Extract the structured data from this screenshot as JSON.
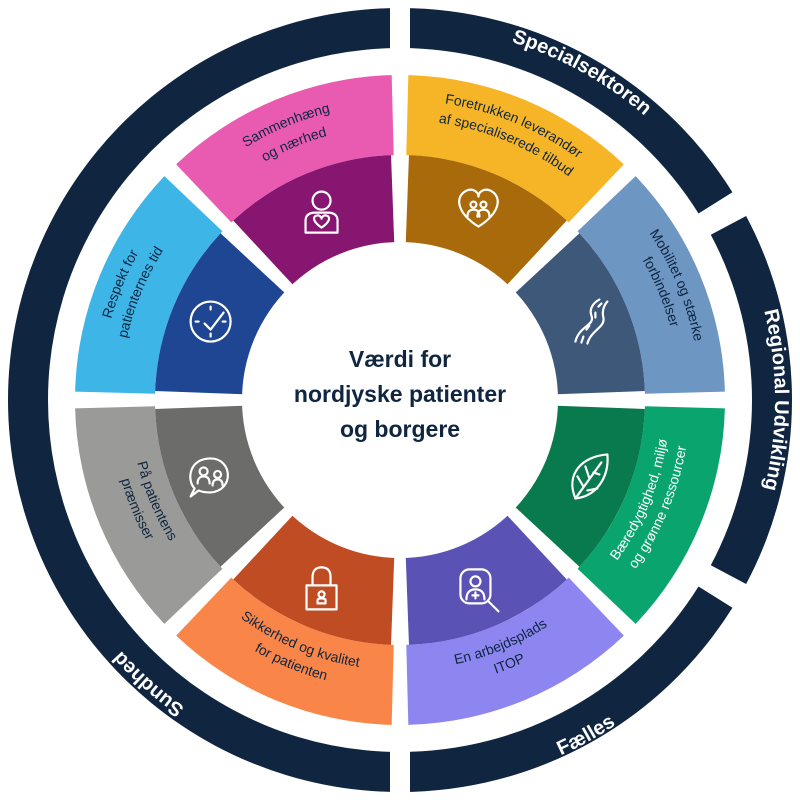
{
  "center": {
    "lines": [
      "Værdi for",
      "nordjyske patienter",
      "og borgere"
    ]
  },
  "colors": {
    "ring": "#0f2540",
    "gap": "#ffffff",
    "center_fill": "#ffffff",
    "center_text": "#0f2540"
  },
  "ring": [
    {
      "label": "Sundhed",
      "icon": "",
      "outer": "",
      "inner": ""
    },
    {
      "label": "Specialsektoren"
    },
    {
      "label": "Regional Udvikling"
    },
    {
      "label": "Fælles"
    }
  ],
  "segments": [
    {
      "lines": [
        "Foretrukken leverandør",
        "af specialiserede tilbud"
      ],
      "icon": "heart-people-icon",
      "outer": "#f6b527",
      "inner": "#a86a0a",
      "text": "#0f2540"
    },
    {
      "lines": [
        "Mobilitet og stærke",
        "forbindelser"
      ],
      "icon": "road-icon",
      "outer": "#6d96c2",
      "inner": "#3d5878",
      "text": "#0f2540"
    },
    {
      "lines": [
        "Bæredygtighed, miljø",
        "og grønne ressourcer"
      ],
      "icon": "leaf-icon",
      "outer": "#0aa56e",
      "inner": "#097a4e",
      "text": "#ffffff"
    },
    {
      "lines": [
        "En arbejdsplads",
        "ITOP"
      ],
      "icon": "doctor-search-icon",
      "outer": "#8e86f0",
      "inner": "#5a52b4",
      "text": "#0f2540"
    },
    {
      "lines": [
        "Sikkerhed og kvalitet",
        "for patienten"
      ],
      "icon": "lock-icon",
      "outer": "#f98648",
      "inner": "#bf4c22",
      "text": "#0f2540"
    },
    {
      "lines": [
        "På patientens",
        "præmisser"
      ],
      "icon": "chat-people-icon",
      "outer": "#9a9a98",
      "inner": "#6c6c6a",
      "text": "#0f2540"
    },
    {
      "lines": [
        "Respekt for",
        "patienternes tid"
      ],
      "icon": "clock-icon",
      "outer": "#3db5e6",
      "inner": "#1f4693",
      "text": "#0f2540"
    },
    {
      "lines": [
        "Sammenhæng",
        "og nærhed"
      ],
      "icon": "person-heart-icon",
      "outer": "#e85bb1",
      "inner": "#871670",
      "text": "#0f2540"
    }
  ]
}
